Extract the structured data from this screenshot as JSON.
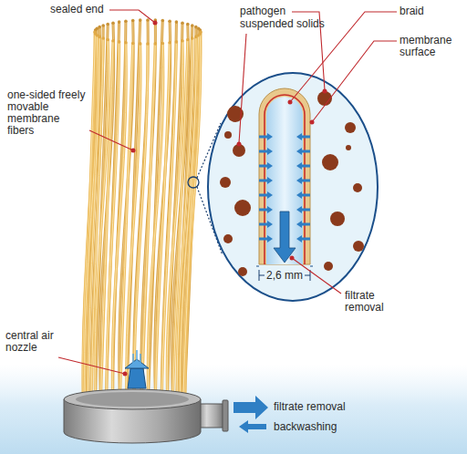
{
  "diagram": {
    "labels": [
      "sealed end",
      "pathogen",
      "suspended solids",
      "braid",
      "membrane surface",
      "one-sided freely movable membrane fibers",
      "central air nozzle",
      "2,6 mm",
      "filtrate removal",
      "filtrate removal",
      "backwashing"
    ]
  }
}
